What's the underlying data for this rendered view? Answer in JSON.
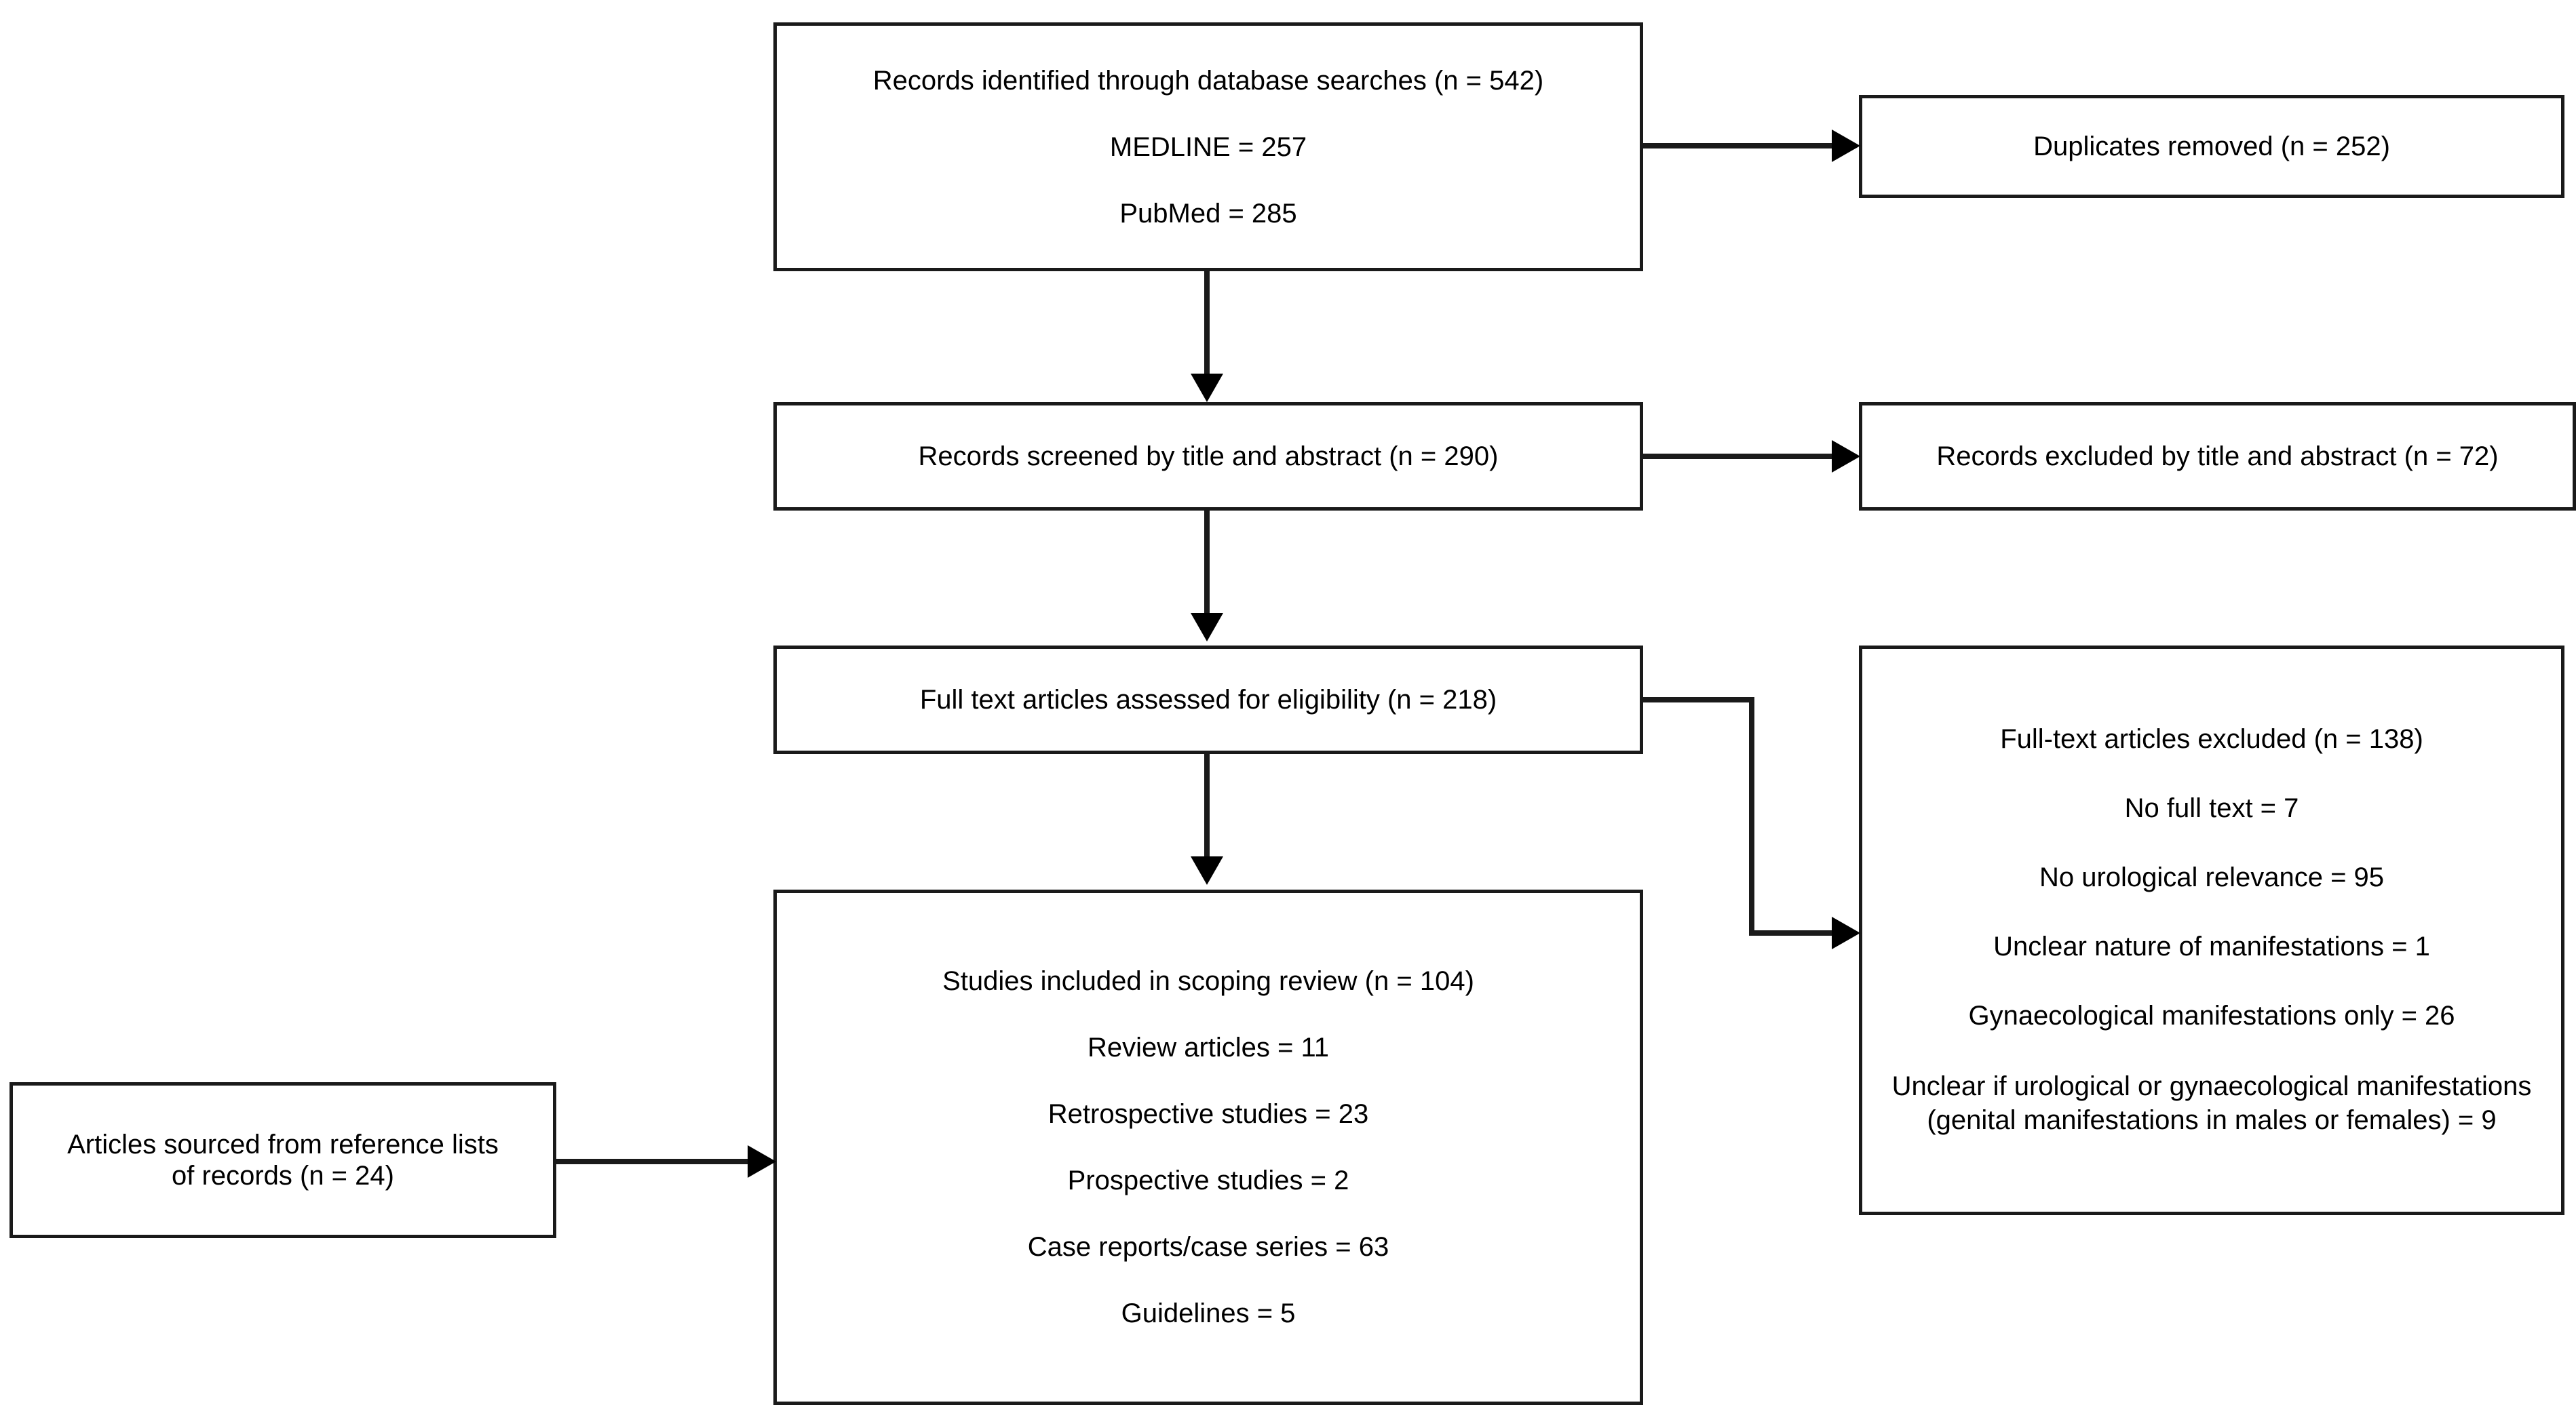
{
  "diagram": {
    "title": "PRISMA scoping review flow diagram",
    "type": "prisma-flowchart",
    "colors": {
      "box_border": "#1a1a1a",
      "box_fill": "#ffffff",
      "connector": "#1a1a1a",
      "text": "#000000",
      "background": "#ffffff"
    },
    "nodes": {
      "identification": {
        "name": "records-identified",
        "lines": [
          "Records identified through database searches (n = 542)",
          "MEDLINE = 257",
          "PubMed = 285"
        ],
        "total": 542,
        "sources": [
          {
            "label": "MEDLINE",
            "count": 257
          },
          {
            "label": "PubMed",
            "count": 285
          }
        ]
      },
      "duplicates": {
        "name": "duplicates-removed",
        "lines": [
          "Duplicates removed (n = 252)"
        ],
        "count": 252
      },
      "screened": {
        "name": "records-screened",
        "lines": [
          "Records screened by title and abstract (n = 290)"
        ],
        "count": 290
      },
      "excluded_screen": {
        "name": "records-excluded-title-abstract",
        "lines": [
          "Records excluded by title and abstract (n = 72)"
        ],
        "count": 72
      },
      "eligibility": {
        "name": "full-text-assessed",
        "lines": [
          "Full text articles assessed for eligibility (n = 218)"
        ],
        "count": 218
      },
      "excluded_fulltext": {
        "name": "full-text-excluded",
        "lines": [
          "Full-text articles excluded (n = 138)",
          "No full text = 7",
          "No urological relevance = 95",
          "Unclear nature of manifestations = 1",
          "Gynaecological manifestations only = 26",
          "Unclear if urological or gynaecological manifestations (genital manifestations in males or females) = 9"
        ],
        "total": 138,
        "reasons": [
          {
            "label": "No full text",
            "count": 7
          },
          {
            "label": "No urological relevance",
            "count": 95
          },
          {
            "label": "Unclear nature of manifestations",
            "count": 1
          },
          {
            "label": "Gynaecological manifestations only",
            "count": 26
          },
          {
            "label": "Unclear if urological or gynaecological manifestations (genital manifestations in males or females)",
            "count": 9
          }
        ]
      },
      "reference_lists": {
        "name": "articles-from-reference-lists",
        "lines": [
          "Articles sourced from reference lists",
          "of records (n = 24)"
        ],
        "count": 24
      },
      "included": {
        "name": "studies-included",
        "lines": [
          "Studies included in scoping review (n = 104)",
          "Review articles = 11",
          "Retrospective studies = 23",
          "Prospective studies = 2",
          "Case reports/case series = 63",
          "Guidelines = 5"
        ],
        "total": 104,
        "breakdown": [
          {
            "label": "Review articles",
            "count": 11
          },
          {
            "label": "Retrospective studies",
            "count": 23
          },
          {
            "label": "Prospective studies",
            "count": 2
          },
          {
            "label": "Case reports/case series",
            "count": 63
          },
          {
            "label": "Guidelines",
            "count": 5
          }
        ]
      }
    },
    "edges": [
      {
        "name": "edge-identified-to-duplicates",
        "from": "identification",
        "to": "duplicates",
        "shape": "horizontal"
      },
      {
        "name": "edge-identified-to-screened",
        "from": "identification",
        "to": "screened",
        "shape": "vertical"
      },
      {
        "name": "edge-screened-to-excluded",
        "from": "screened",
        "to": "excluded_screen",
        "shape": "horizontal"
      },
      {
        "name": "edge-screened-to-eligibility",
        "from": "screened",
        "to": "eligibility",
        "shape": "vertical"
      },
      {
        "name": "edge-eligibility-to-excluded-fulltext",
        "from": "eligibility",
        "to": "excluded_fulltext",
        "shape": "elbow"
      },
      {
        "name": "edge-eligibility-to-included",
        "from": "eligibility",
        "to": "included",
        "shape": "vertical"
      },
      {
        "name": "edge-references-to-included",
        "from": "reference_lists",
        "to": "included",
        "shape": "horizontal"
      }
    ]
  }
}
